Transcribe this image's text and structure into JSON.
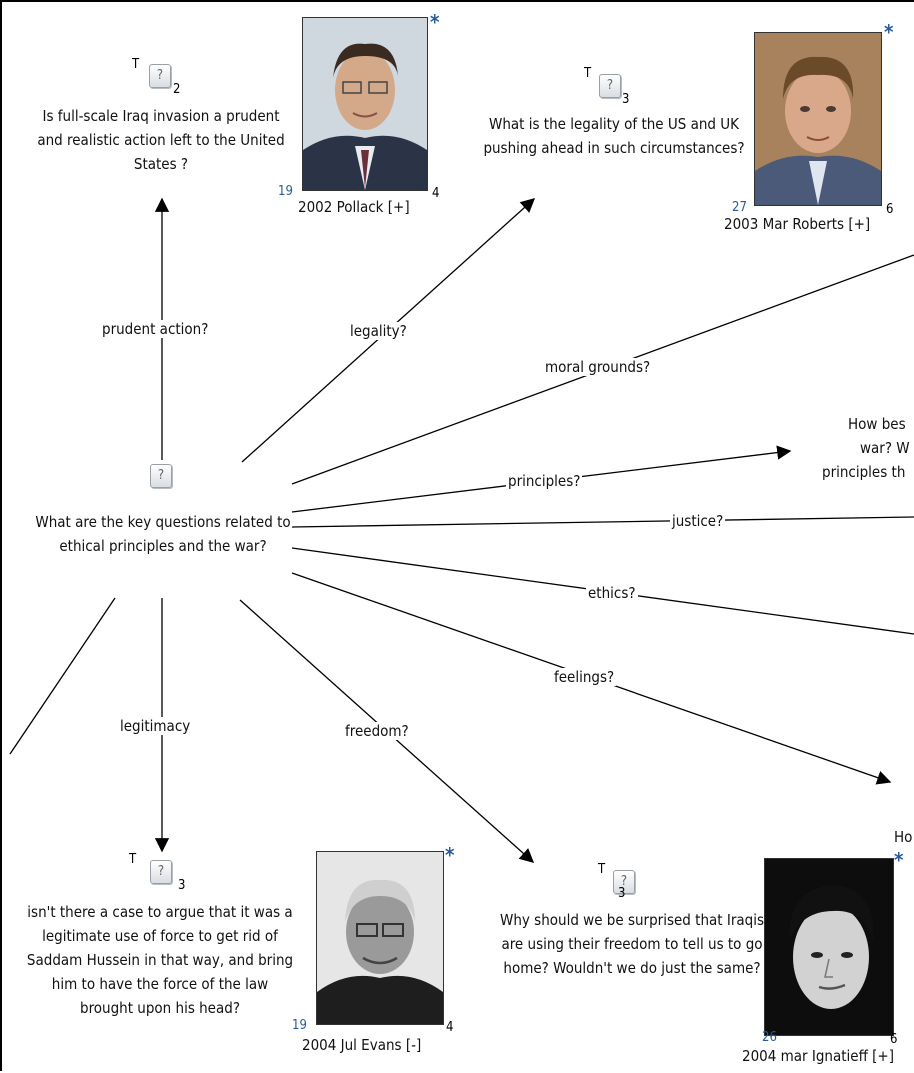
{
  "root": {
    "text": "What are the key questions related to ethical principles and the war?"
  },
  "links": {
    "prudent": "prudent action?",
    "legality": "legality?",
    "moral": "moral grounds?",
    "principles": "principles?",
    "justice": "justice?",
    "ethics": "ethics?",
    "feelings": "feelings?",
    "freedom": "freedom?",
    "legitimacy": "legitimacy"
  },
  "questions": {
    "pollack": {
      "t": "T",
      "icon": "?",
      "count": "2",
      "text": "Is full-scale Iraq invasion a prudent and realistic action  left to the United States ?"
    },
    "roberts": {
      "t": "T",
      "icon": "?",
      "count": "3",
      "text": "What is the legality of the US and UK pushing ahead in such circumstances?"
    },
    "evans": {
      "t": "T",
      "icon": "?",
      "count": "3",
      "text": "isn't there a case to argue that it was a legitimate use of force to get rid of Saddam Hussein in that way, and bring him to have the force of the law brought upon his head?"
    },
    "ignatieff": {
      "t": "T",
      "icon": "?",
      "count": "3",
      "text": "Why should we be surprised that Iraqis are using their freedom to tell us to go home? Wouldn't we do just the same?"
    },
    "partial_right": {
      "line1": "How bes",
      "line2": "war? W",
      "line3": "principles th"
    },
    "partial_bottom_right": {
      "text": "Ho"
    }
  },
  "people": {
    "pollack": {
      "caption": "2002 Pollack [+]",
      "left_num": "19",
      "right_num": "4",
      "star": "*"
    },
    "roberts": {
      "caption": "2003 Mar Roberts [+]",
      "left_num": "27",
      "right_num": "6",
      "star": "*"
    },
    "evans": {
      "caption": "2004 Jul Evans [-]",
      "left_num": "19",
      "right_num": "4",
      "star": "*"
    },
    "ignatieff": {
      "caption": "2004 mar Ignatieff [+]",
      "left_num": "26",
      "right_num": "6",
      "star": "*"
    }
  },
  "colors": {
    "accent": "#2a5a98",
    "line": "#000000"
  }
}
